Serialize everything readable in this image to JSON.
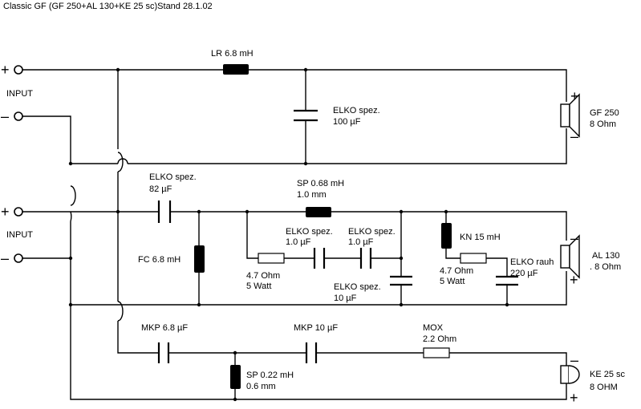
{
  "title": "Classic GF (GF 250+AL 130+KE 25 sc)Stand 28.1.02",
  "inputs": {
    "top": {
      "label": "INPUT",
      "plus": "+",
      "minus": "–"
    },
    "bottom": {
      "label": "INPUT",
      "plus": "+",
      "minus": "–"
    }
  },
  "bass": {
    "coil": "LR 6.8 mH",
    "cap": "ELKO spez.",
    "cap_value": "100 µF",
    "speaker": "GF 250",
    "speaker_imp": "8 Ohm",
    "plus": "+",
    "minus": "–"
  },
  "mid": {
    "cap_series": "ELKO spez.",
    "cap_series_value": "82 µF",
    "coil_series": "SP 0.68 mH",
    "coil_series_value": "1.0 mm",
    "coil_shunt": "FC 6.8 mH",
    "zobel_res": "4.7 Ohm",
    "zobel_res_power": "5 Watt",
    "zobel_cap1": "ELKO spez.",
    "zobel_cap1_value": "1.0 µF",
    "zobel_cap2": "ELKO spez.",
    "zobel_cap2_value": "1.0 µF",
    "cap_shunt": "ELKO spez.",
    "cap_shunt_value": "10 µF",
    "coil_kn": "KN 15 mH",
    "notch_res": "4.7 Ohm",
    "notch_res_power": "5 Watt",
    "notch_cap": "ELKO rauh",
    "notch_cap_value": "220 µF",
    "speaker": "AL 130",
    "speaker_imp": ". 8 Ohm",
    "plus": "+",
    "minus": "–"
  },
  "tweeter": {
    "cap1": "MKP 6.8 µF",
    "cap2": "MKP 10 µF",
    "coil": "SP 0.22 mH",
    "coil_value": "0.6 mm",
    "res": "MOX",
    "res_value": "2.2 Ohm",
    "speaker": "KE 25 sc",
    "speaker_imp": "8 OHM",
    "plus": "+",
    "minus": "–"
  }
}
